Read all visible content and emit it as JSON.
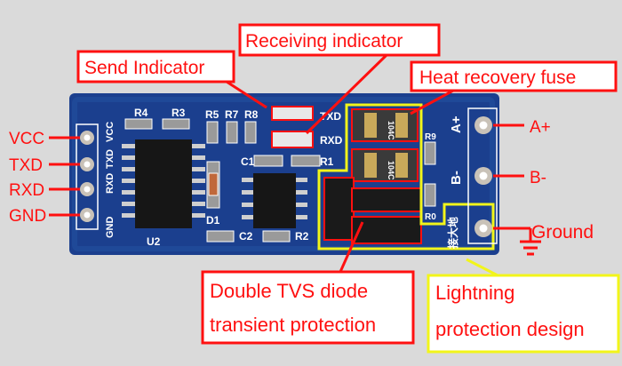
{
  "callouts": {
    "send": "Send Indicator",
    "receive": "Receiving indicator",
    "fuse": "Heat recovery fuse",
    "tvs_line1": "Double TVS diode",
    "tvs_line2": "transient protection",
    "lightning_line1": "Lightning",
    "lightning_line2": "protection design"
  },
  "left_pins": [
    "VCC",
    "TXD",
    "RXD",
    "GND"
  ],
  "right_pins": [
    "A+",
    "B-",
    "Ground"
  ],
  "silkscreen": {
    "left_header": [
      "VCC",
      "TXD",
      "RXD",
      "GND"
    ],
    "r4": "R4",
    "r3": "R3",
    "r5": "R5",
    "r7": "R7",
    "r8": "R8",
    "txd": "TXD",
    "rxd": "RXD",
    "c1": "C1",
    "r1": "R1",
    "d1": "D1",
    "c2": "C2",
    "r2": "R2",
    "u2": "U2",
    "r9": "R9",
    "r0": "R0",
    "a_plus": "A+",
    "b_minus": "B-",
    "earth": "接大地",
    "fuse_code": "104C"
  },
  "colors": {
    "annotation": "#ff1010",
    "highlight": "#f2f51a",
    "board": "#1b3f8e",
    "background": "#dadada"
  }
}
